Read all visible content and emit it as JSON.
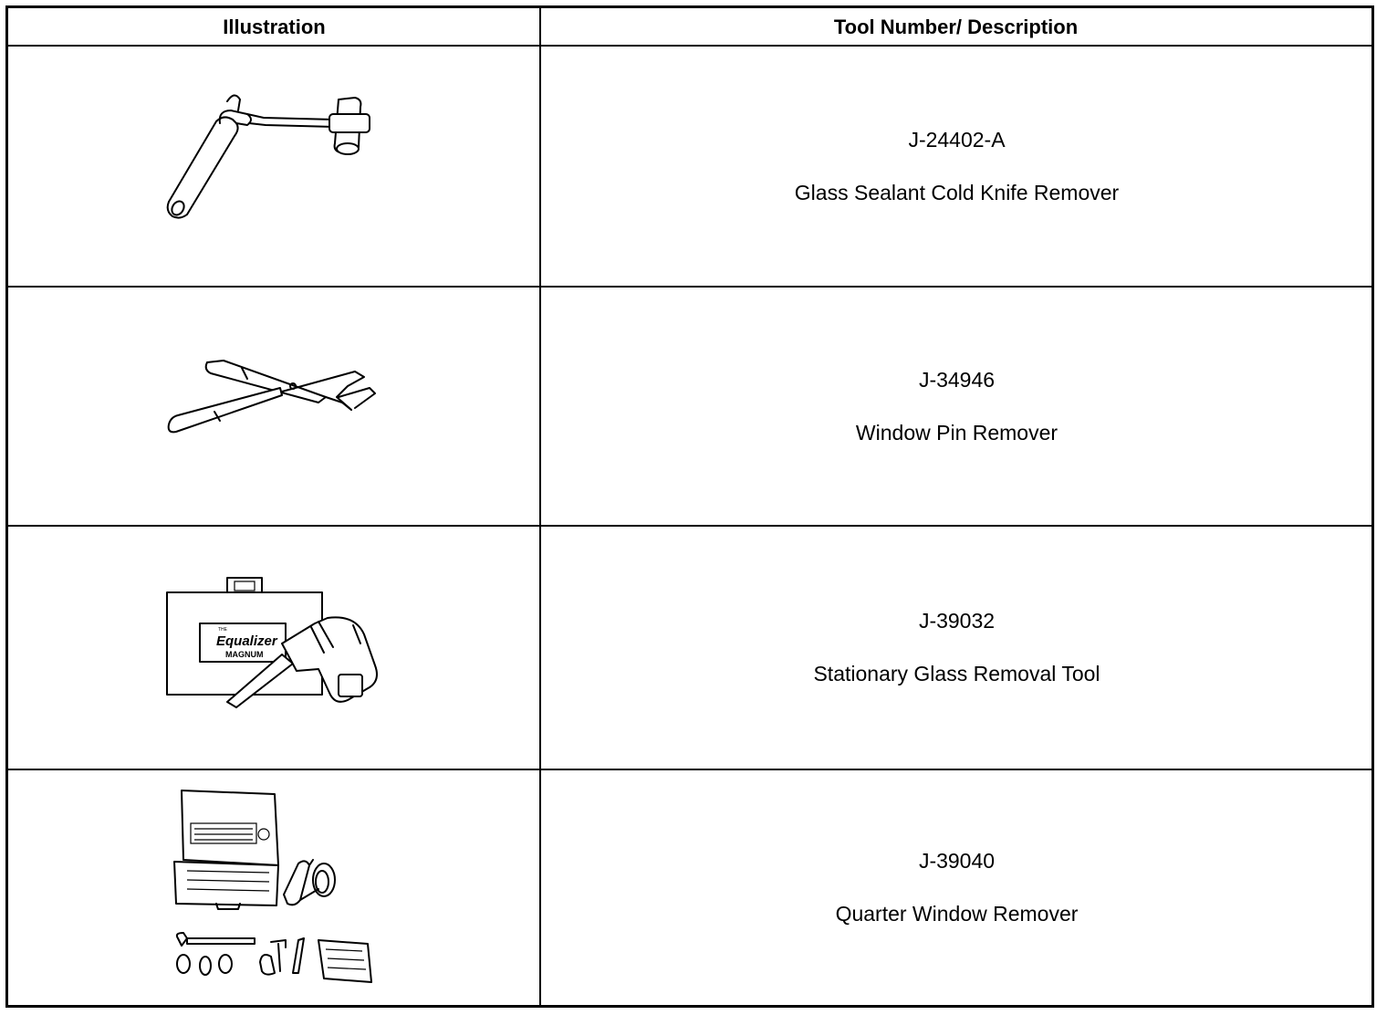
{
  "table": {
    "headers": {
      "illustration": "Illustration",
      "description": "Tool Number/ Description"
    },
    "rows": [
      {
        "tool_number": "J-24402-A",
        "description": "Glass Sealant Cold Knife Remover",
        "illustration_icon": "cold-knife-remover-icon"
      },
      {
        "tool_number": "J-34946",
        "description": "Window Pin Remover",
        "illustration_icon": "window-pin-remover-icon"
      },
      {
        "tool_number": "J-39032",
        "description": "Stationary Glass Removal Tool",
        "illustration_icon": "equalizer-magnum-kit-icon",
        "case_label": {
          "small": "THE",
          "brand": "Equalizer",
          "model": "MAGNUM"
        }
      },
      {
        "tool_number": "J-39040",
        "description": "Quarter Window Remover",
        "illustration_icon": "quarter-window-remover-kit-icon"
      }
    ]
  }
}
